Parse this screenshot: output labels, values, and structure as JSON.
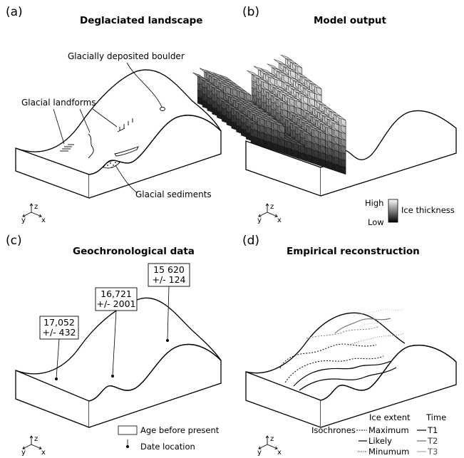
{
  "panels": {
    "a": {
      "letter": "(a)",
      "title": "Deglaciated landscape",
      "labels": {
        "boulder": "Glacially deposited boulder",
        "landforms": "Glacial landforms",
        "sediments": "Glacial sediments"
      }
    },
    "b": {
      "letter": "(b)",
      "title": "Model output",
      "legend": {
        "high": "High",
        "low": "Low",
        "label": "Ice thickness"
      }
    },
    "c": {
      "letter": "(c)",
      "title": "Geochronological data",
      "ages": [
        {
          "value": "17,052",
          "error": "+/- 432"
        },
        {
          "value": "16,721",
          "error": "+/- 2001"
        },
        {
          "value": "15 620",
          "error": "+/- 124"
        }
      ],
      "legend": {
        "box": "Age before present",
        "dot": "Date location"
      }
    },
    "d": {
      "letter": "(d)",
      "title": "Empirical reconstruction",
      "legend": {
        "isochrones": "Isochrones",
        "ice_extent": "Ice extent",
        "time": "Time",
        "maximum": "Maximum",
        "likely": "Likely",
        "minimum": "Minumum",
        "t1": "T1",
        "t2": "T2",
        "t3": "T3"
      }
    }
  },
  "axes": {
    "x": "x",
    "y": "y",
    "z": "z"
  }
}
